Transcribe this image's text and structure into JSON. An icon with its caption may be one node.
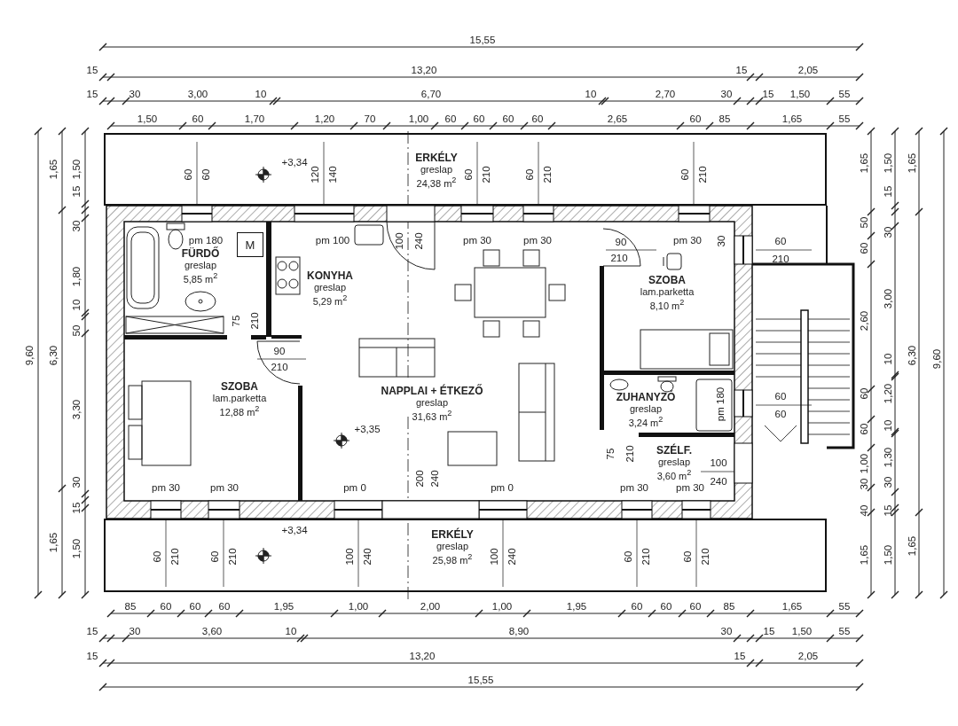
{
  "diagram": {
    "nodes": [
      {
        "text": [
          "ERKÉLY",
          "greslap",
          "24,38 m$^{2}$"
        ]
      },
      {
        "text": [
          "FÜRDŐ",
          "greslap",
          "5,85 m$^{2}$"
        ]
      },
      {
        "text": [
          "M"
        ],
        "in": 1
      },
      {
        "text": [
          "KONYHA",
          "greslap",
          "5,29 m$^{2}$"
        ]
      },
      {
        "text": [
          "SZOBA",
          "lam.parketta",
          "8,10 m$^{2}$"
        ]
      },
      {
        "text": [
          "NAPPLAI + ÉTKEZŐ",
          "greslap",
          "31,63 m$^{2}$"
        ]
      },
      {
        "text": [
          "SZOBA",
          "lam.parketta",
          "12,88 m$^{2}$"
        ]
      },
      {
        "text": [
          "ZUHANYZÓ",
          "greslap",
          "3,24 m$^{2}$"
        ]
      },
      {
        "text": [
          "SZÉLF.",
          "greslap",
          "3,60 m$^{2}$"
        ]
      },
      {
        "text": [
          "ERKÉLY",
          "greslap",
          "25,98 m$^{2}$"
        ]
      }
    ],
    "edges": [],
    "labels": [
      "15,55",
      "15",
      "13,20",
      "15",
      "2,05",
      "15",
      "30",
      "3,00",
      "10",
      "6,70",
      "10",
      "2,70",
      "30",
      "15",
      "1,50",
      "55",
      "1,50",
      "60",
      "1,70",
      "1,20",
      "70",
      "1,00",
      "60",
      "60",
      "60",
      "60",
      "2,65",
      "60",
      "85",
      "1,65",
      "55",
      "9,60",
      "1,65",
      "6,30",
      "1,65",
      "1,50",
      "15",
      "30",
      "1,80",
      "10",
      "50",
      "3,30",
      "30",
      "15",
      "1,50",
      "+3,34",
      "60",
      "60",
      "120",
      "140",
      "60",
      "210",
      "60",
      "210",
      "60",
      "210",
      "pm 180",
      "pm 100",
      "100",
      "240",
      "pm 30",
      "pm 30",
      "90",
      "210",
      "pm 30",
      "30",
      "60",
      "210",
      "75",
      "210",
      "90",
      "210",
      "+3,35",
      "pm 180",
      "60",
      "60",
      "75",
      "210",
      "100",
      "240",
      "pm 30",
      "pm 30",
      "pm 0",
      "200",
      "240",
      "pm 0",
      "pm 30",
      "pm 30",
      "60",
      "210",
      "60",
      "210",
      "+3,34",
      "100",
      "240",
      "100",
      "240",
      "60",
      "210",
      "60",
      "210",
      "1,65",
      "50",
      "60",
      "2,60",
      "60",
      "60",
      "1,00",
      "30",
      "40",
      "1,65",
      "1,50",
      "15",
      "30",
      "3,00",
      "10",
      "1,20",
      "10",
      "1,30",
      "30",
      "15",
      "1,50",
      "1,65",
      "6,30",
      "1,65",
      "9,60",
      "85",
      "60",
      "60",
      "60",
      "1,95",
      "1,00",
      "2,00",
      "1,00",
      "1,95",
      "60",
      "60",
      "60",
      "85",
      "1,65",
      "55",
      "15",
      "30",
      "3,60",
      "10",
      "8,90",
      "30",
      "15",
      "1,50",
      "55",
      "15",
      "13,20",
      "15",
      "2,05",
      "15,55"
    ]
  }
}
